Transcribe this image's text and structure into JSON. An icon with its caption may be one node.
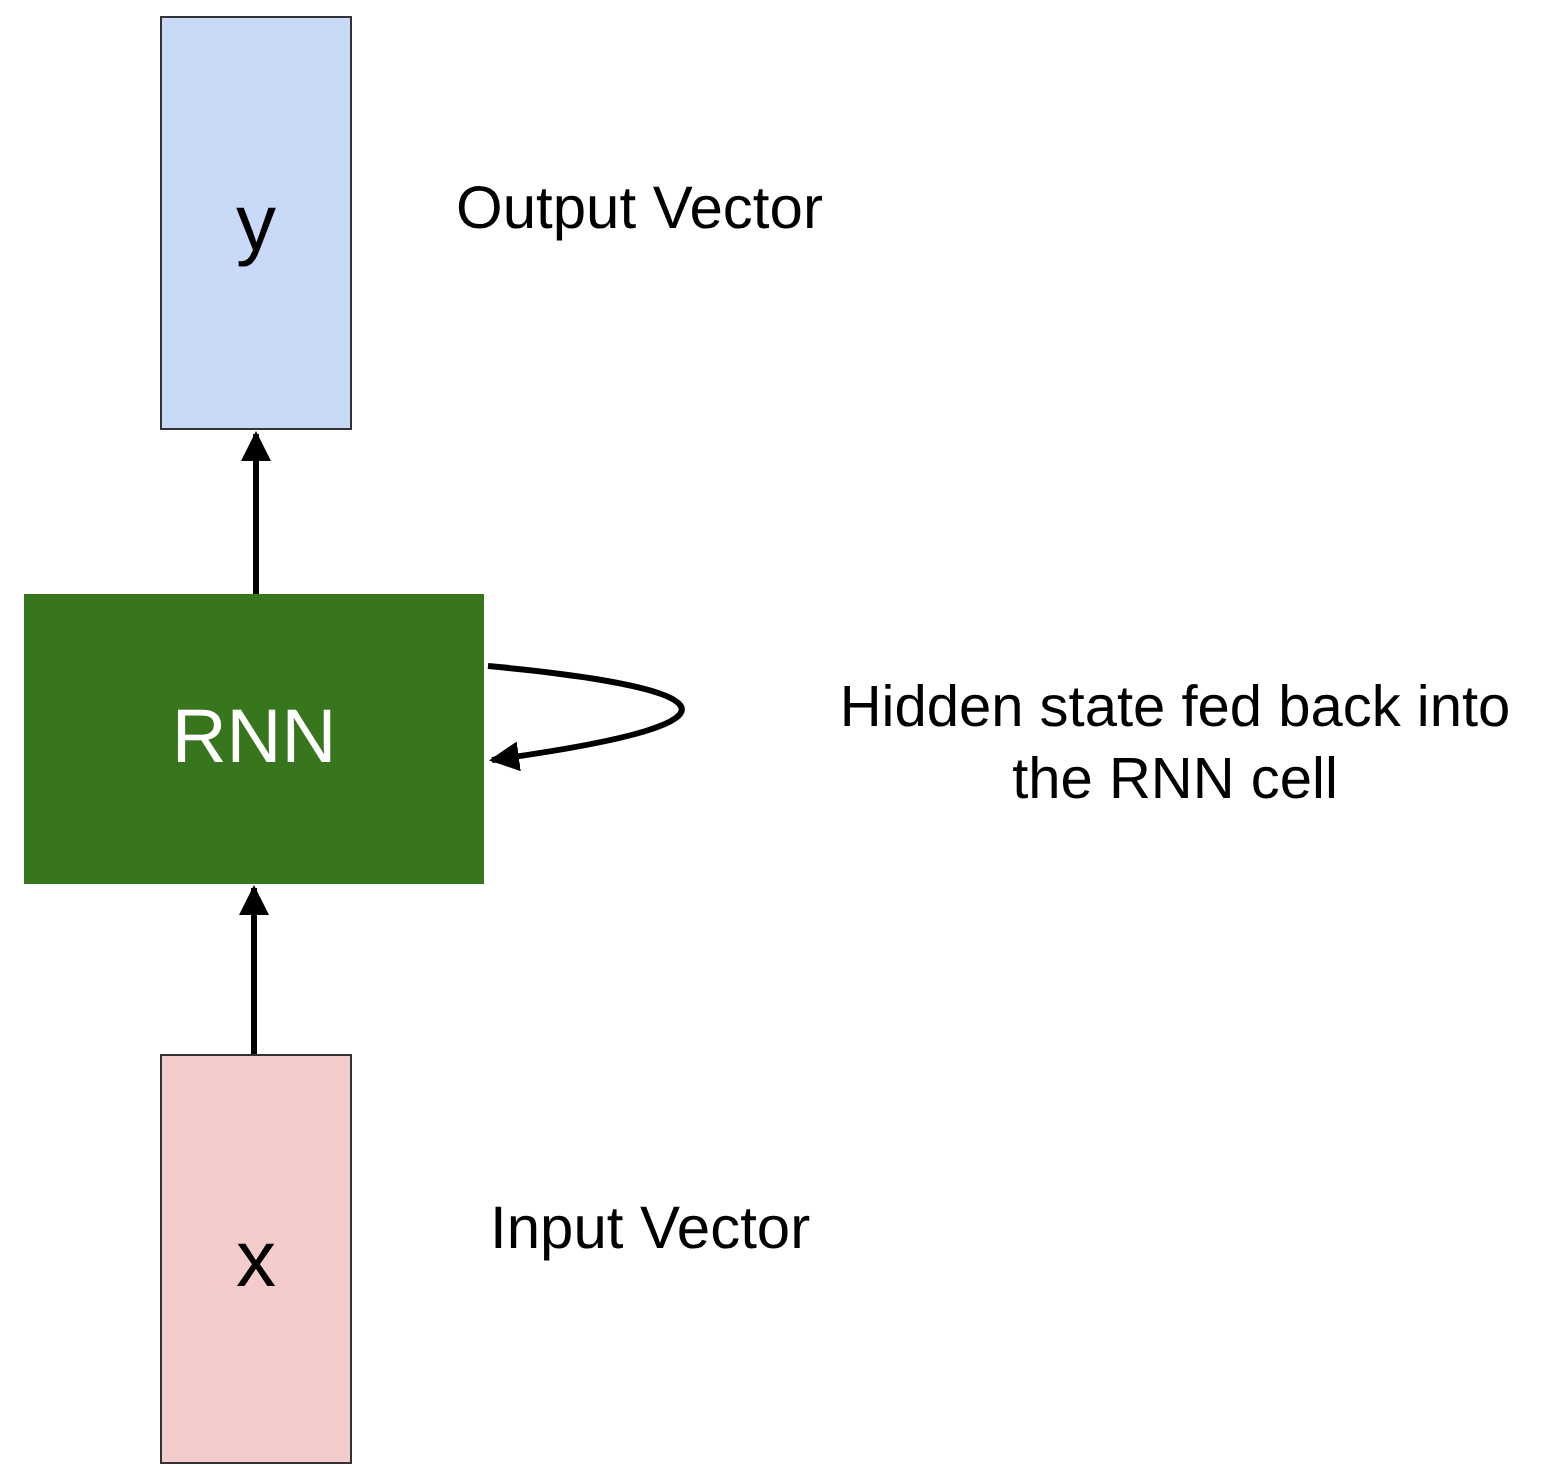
{
  "diagram": {
    "nodes": [
      {
        "text": [
          "y"
        ],
        "beside": [
          "Output Vector"
        ]
      },
      {
        "text": [
          "RNN"
        ]
      },
      {
        "text": [
          "x"
        ],
        "beside": [
          "Input Vector"
        ]
      }
    ],
    "edges": [
      {
        "from": 2,
        "to": 1,
        "arrow": "to"
      },
      {
        "from": 1,
        "to": 0,
        "arrow": "to"
      },
      {
        "from": 1,
        "to": 1,
        "arrow": "to",
        "label": "Hidden state fed back into the RNN cell"
      }
    ]
  }
}
